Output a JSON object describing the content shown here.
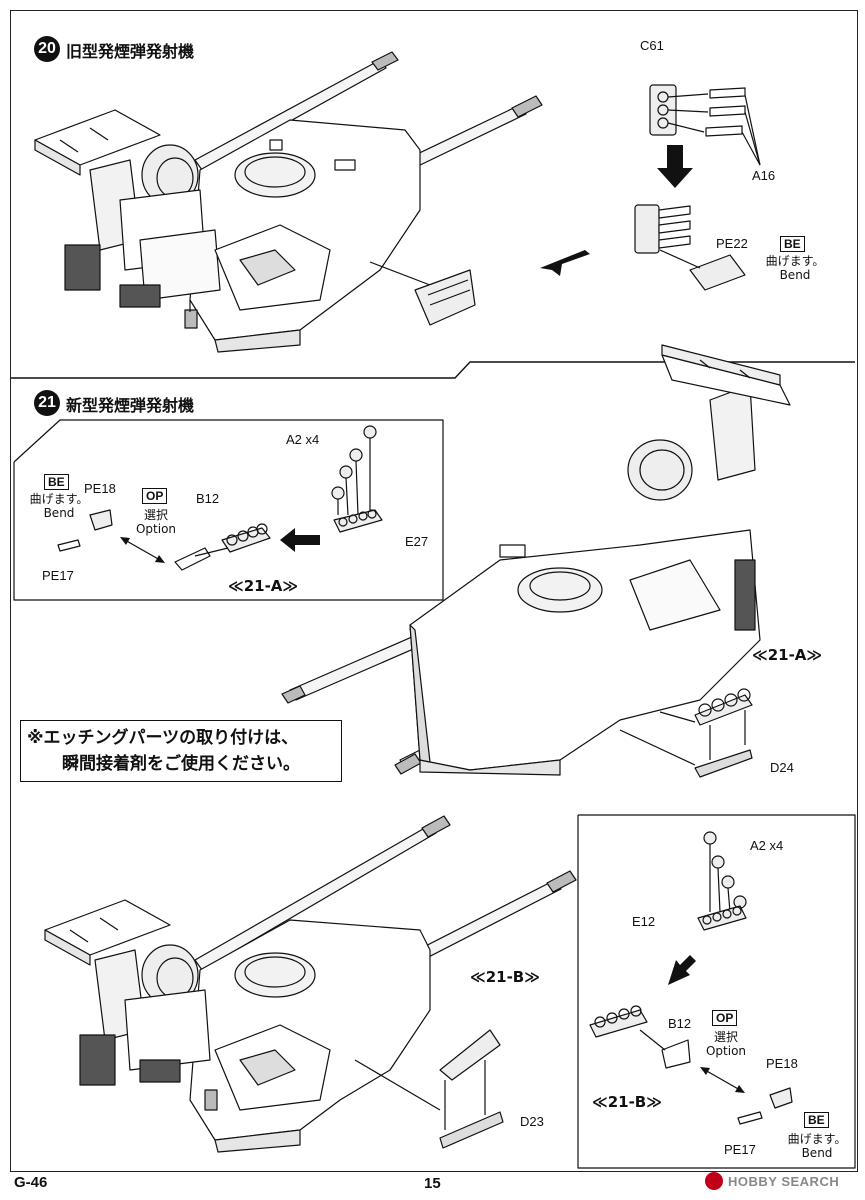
{
  "page": {
    "code": "G-46",
    "number": "15"
  },
  "watermark": {
    "brand_text": "HOBBY SEARCH",
    "logo_icon": "hobbysearch-logo-icon"
  },
  "step20": {
    "number": "20",
    "title": "旧型発煙弾発射機",
    "parts": {
      "c61": "C61",
      "a16": "A16",
      "pe22": "PE22"
    },
    "bend": {
      "badge": "BE",
      "jp": "曲げます。",
      "en": "Bend"
    }
  },
  "step21": {
    "number": "21",
    "title": "新型発煙弾発射機",
    "sub_a": {
      "parts": {
        "a2": "A2 x4",
        "e27": "E27",
        "b12": "B12",
        "pe18": "PE18",
        "pe17": "PE17"
      },
      "bend": {
        "badge": "BE",
        "jp": "曲げます。",
        "en": "Bend"
      },
      "option": {
        "badge": "OP",
        "jp": "選択",
        "en": "Option"
      },
      "caption": "≪21-A≫"
    },
    "main_a": {
      "caption": "≪21-A≫",
      "d24": "D24"
    },
    "notice": {
      "line1": "※エッチングパーツの取り付けは、",
      "line2": "瞬間接着剤をご使用ください。"
    },
    "main_b": {
      "caption": "≪21-B≫",
      "d23": "D23"
    },
    "sub_b": {
      "parts": {
        "a2": "A2 x4",
        "e12": "E12",
        "b12": "B12",
        "pe18": "PE18",
        "pe17": "PE17"
      },
      "bend": {
        "badge": "BE",
        "jp": "曲げます。",
        "en": "Bend"
      },
      "option": {
        "badge": "OP",
        "jp": "選択",
        "en": "Option"
      },
      "caption": "≪21-B≫"
    }
  },
  "colors": {
    "ink": "#111111",
    "paper": "#ffffff",
    "shade": "#d8d8d8",
    "mesh": "#555555"
  }
}
